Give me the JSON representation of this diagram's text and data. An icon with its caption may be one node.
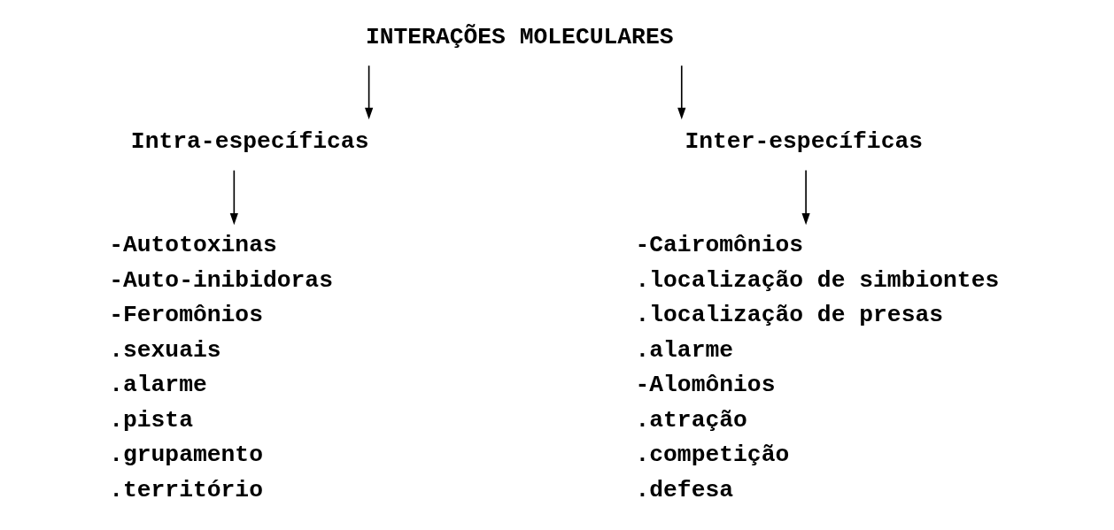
{
  "diagram": {
    "nodes": [
      {
        "text": [
          "INTERAÇÕES MOLECULARES"
        ]
      },
      {
        "text": [
          "Intra-específicas"
        ]
      },
      {
        "text": [
          "Inter-específicas"
        ]
      },
      {
        "text": [
          "-Autotoxinas",
          "-Auto-inibidoras",
          "-Feromônios",
          ".sexuais",
          ".alarme",
          ".pista",
          ".grupamento",
          ".território"
        ]
      },
      {
        "text": [
          "-Cairomônios",
          ".localização de simbiontes",
          ".localização de presas",
          ".alarme",
          "-Alomônios",
          ".atração",
          ".competição",
          ".defesa"
        ]
      }
    ],
    "edges": [
      {
        "from": 0,
        "to": 1,
        "arrow": "to"
      },
      {
        "from": 0,
        "to": 2,
        "arrow": "to"
      },
      {
        "from": 1,
        "to": 3,
        "arrow": "to"
      },
      {
        "from": 2,
        "to": 4,
        "arrow": "to"
      }
    ]
  }
}
